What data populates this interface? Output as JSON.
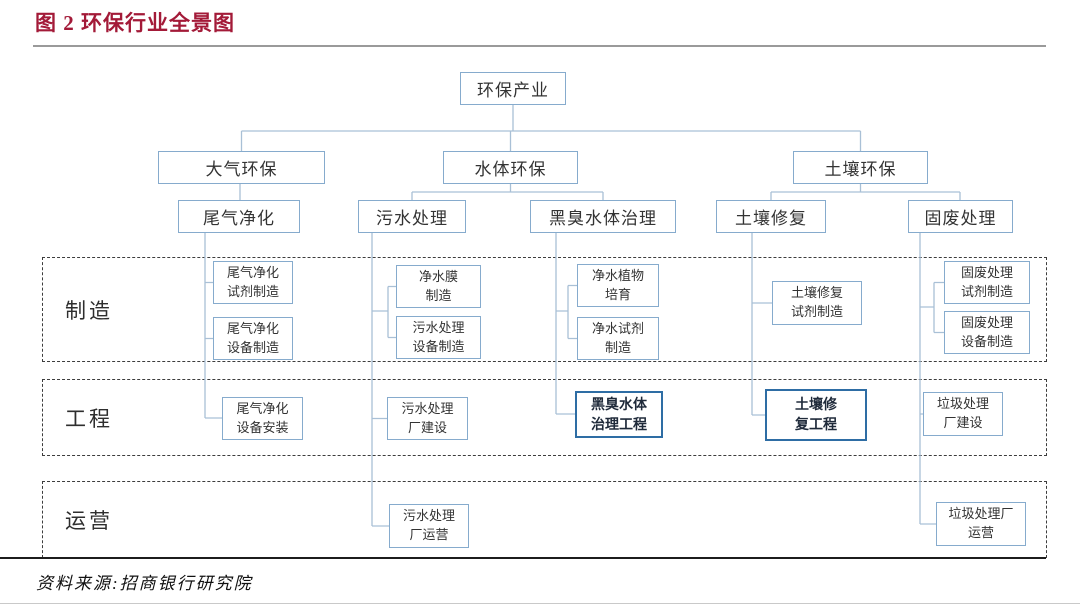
{
  "header": {
    "title": "图 2 环保行业全景图"
  },
  "footer": {
    "source": "资料来源:招商银行研究院"
  },
  "colors": {
    "title": "#a31a38",
    "node_border": "#86abcd",
    "highlight_border": "#2e6da4",
    "connector": "#a9c0d6",
    "dashed_border": "#3d3d3d",
    "text": "#333333"
  },
  "tree": {
    "root": {
      "label": "环保产业"
    },
    "branches": [
      {
        "label": "大气环保"
      },
      {
        "label": "水体环保"
      },
      {
        "label": "土壤环保"
      }
    ],
    "segments": [
      {
        "label": "尾气净化"
      },
      {
        "label": "污水处理"
      },
      {
        "label": "黑臭水体治理"
      },
      {
        "label": "土壤修复"
      },
      {
        "label": "固废处理"
      }
    ]
  },
  "rows": [
    {
      "label": "制造",
      "boxes": [
        {
          "label": "尾气净化\n试剂制造"
        },
        {
          "label": "尾气净化\n设备制造"
        },
        {
          "label": "净水膜\n制造"
        },
        {
          "label": "污水处理\n设备制造"
        },
        {
          "label": "净水植物\n培育"
        },
        {
          "label": "净水试剂\n制造"
        },
        {
          "label": "土壤修复\n试剂制造"
        },
        {
          "label": "固废处理\n试剂制造"
        },
        {
          "label": "固废处理\n设备制造"
        }
      ]
    },
    {
      "label": "工程",
      "boxes": [
        {
          "label": "尾气净化\n设备安装",
          "highlight": false
        },
        {
          "label": "污水处理\n厂建设",
          "highlight": false
        },
        {
          "label": "黑臭水体\n治理工程",
          "highlight": true
        },
        {
          "label": "土壤修\n复工程",
          "highlight": true
        },
        {
          "label": "垃圾处理\n厂建设",
          "highlight": false
        }
      ]
    },
    {
      "label": "运营",
      "boxes": [
        {
          "label": "污水处理\n厂运营"
        },
        {
          "label": "垃圾处理厂\n运营"
        }
      ]
    }
  ]
}
